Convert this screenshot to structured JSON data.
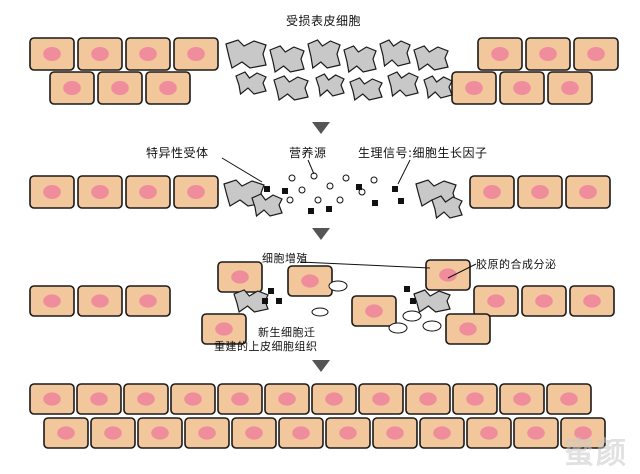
{
  "title": "受损表皮细胞",
  "panel2": {
    "receptor_label": "特异性受体",
    "nutrient_label": "营养源",
    "signal_label": "生理信号:细胞生长因子"
  },
  "panel3": {
    "proliferation_label": "细胞增殖",
    "collagen_label": "胶原的合成分泌",
    "migration_label": "新生细胞迁",
    "rebuild_label": "重建的上皮细胞组织"
  },
  "watermark": "蜜颜",
  "colors": {
    "cell_fill": "#f2c79c",
    "cell_stroke": "#1a1a1a",
    "nucleus": "#ef8d9d",
    "damaged": "#c8c8c8",
    "arrow": "#555555"
  }
}
